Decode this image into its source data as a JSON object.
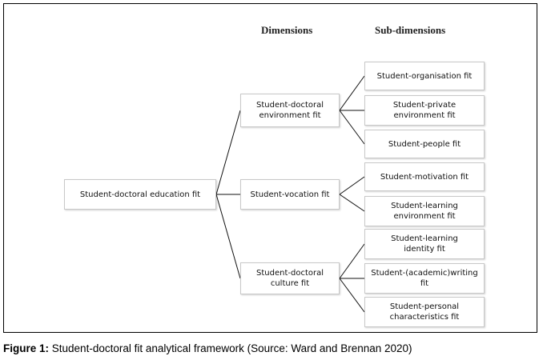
{
  "headings": {
    "dimensions": "Dimensions",
    "sub_dimensions": "Sub-dimensions"
  },
  "root": "Student-doctoral education fit",
  "dimensions": [
    "Student-doctoral\nenvironment fit",
    "Student-vocation fit",
    "Student-doctoral\nculture fit"
  ],
  "sub_dimensions": [
    "Student-organisation fit",
    "Student-private\nenvironment fit",
    "Student-people fit",
    "Student-motivation fit",
    "Student-learning\nenvironment fit",
    "Student-learning\nidentity fit",
    "Student-(academic)writing\nfit",
    "Student-personal\ncharacteristics fit"
  ],
  "caption": {
    "label": "Figure 1:",
    "text": "Student-doctoral fit analytical framework (Source: Ward and Brennan 2020)"
  }
}
